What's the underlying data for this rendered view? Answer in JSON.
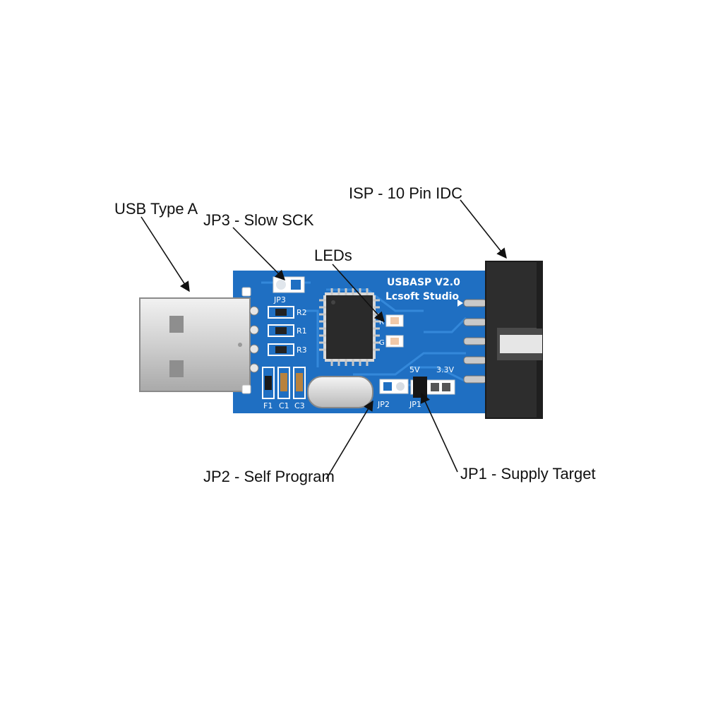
{
  "board": {
    "title_line1": "USBASP V2.0",
    "title_line2": "Lcsoft Studio",
    "silkscreen": {
      "jp3": "JP3",
      "r2": "R2",
      "r1": "R1",
      "r3": "R3",
      "f1": "F1",
      "c1": "C1",
      "c3": "C3",
      "jp2": "JP2",
      "jp1": "JP1",
      "v5": "5V",
      "v33": "3.3V",
      "led_r": "R",
      "led_g": "G"
    },
    "colors": {
      "pcb": "#1f6fc2",
      "pcb_trace": "#2f86d8",
      "silkscreen": "#ffffff",
      "connector": "#2b2b2b",
      "usb_metal": "#d9d9d9"
    }
  },
  "callouts": {
    "usb": "USB Type A",
    "jp3": "JP3 - Slow SCK",
    "leds": "LEDs",
    "isp": "ISP - 10 Pin IDC",
    "jp2": "JP2 - Self Program",
    "jp1": "JP1 - Supply Target"
  }
}
